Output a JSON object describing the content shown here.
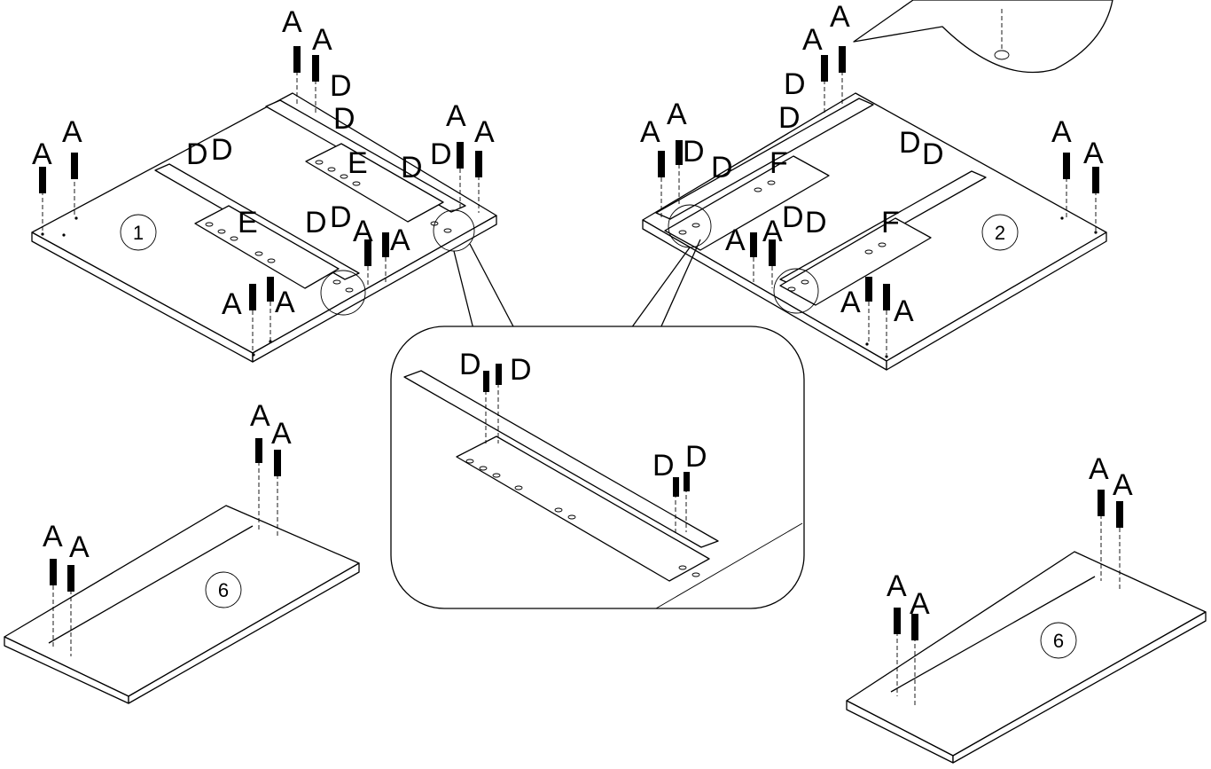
{
  "parts": {
    "panel_1": "1",
    "panel_2": "2",
    "panel_6": "6"
  },
  "hardware": {
    "A": "A",
    "D": "D",
    "E": "E",
    "F": "F"
  },
  "colors": {
    "line": "#000000",
    "background": "#ffffff"
  }
}
